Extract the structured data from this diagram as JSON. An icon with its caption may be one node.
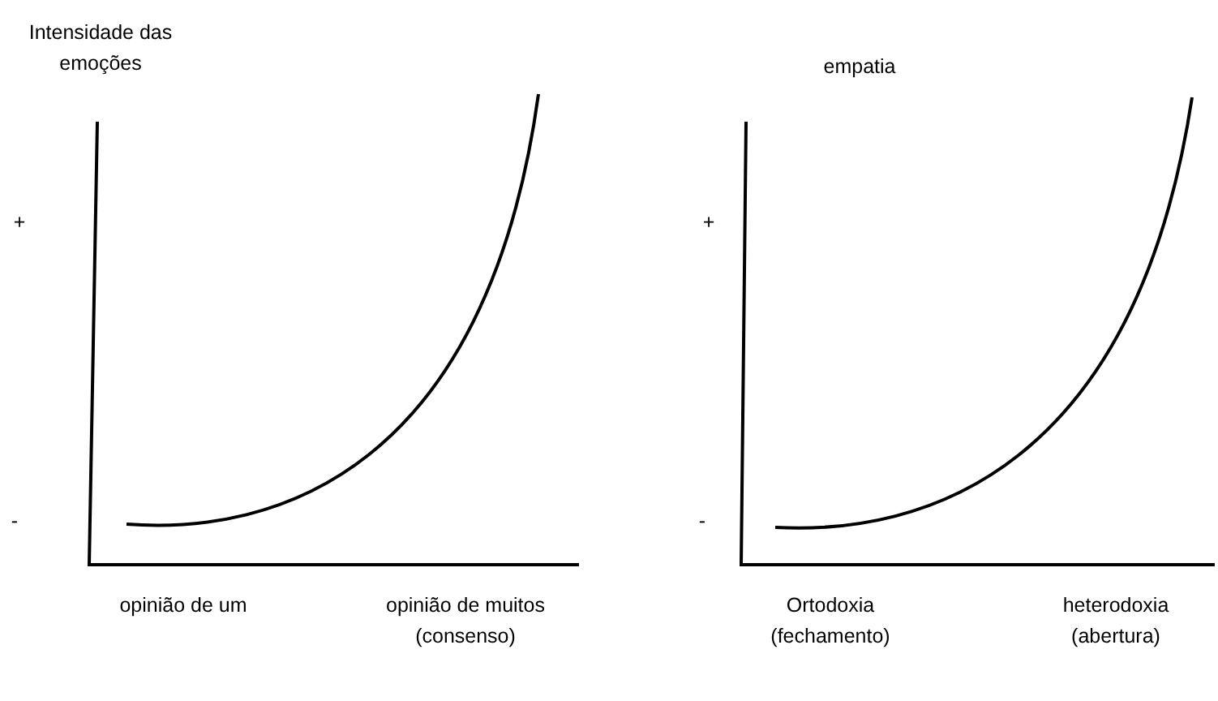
{
  "diagram": {
    "labels": [
      "Intensidade das emoções",
      "empatia",
      "+",
      "+",
      "-",
      "-",
      "opinião de um",
      "opinião de muitos (consenso)",
      "Ortodoxia (fechamento)",
      "heterodoxia (abertura)"
    ]
  }
}
